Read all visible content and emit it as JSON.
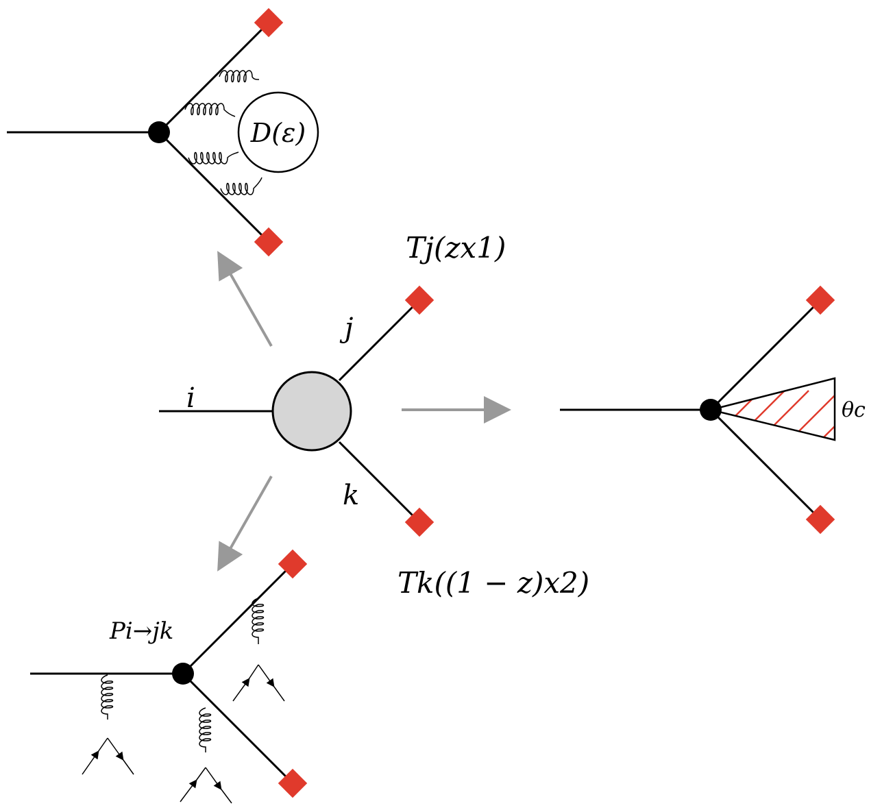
{
  "labels": {
    "i": "i",
    "j": "j",
    "k": "k",
    "blob": "D(ε)",
    "Tj": "Tj(zx1)",
    "Tk": "Tk((1 − z)x2)",
    "splitting": "Pi→jk",
    "cone_angle": "θc"
  },
  "colors": {
    "endpoint": "#e03a2c",
    "hatch": "#e03a2c",
    "blob_fill": "#d6d6d6",
    "arrow": "#999999",
    "vertex": "#000000"
  },
  "icons": {
    "endpoint": "red-diamond",
    "vertex": "black-dot",
    "gluon": "curly-line"
  }
}
